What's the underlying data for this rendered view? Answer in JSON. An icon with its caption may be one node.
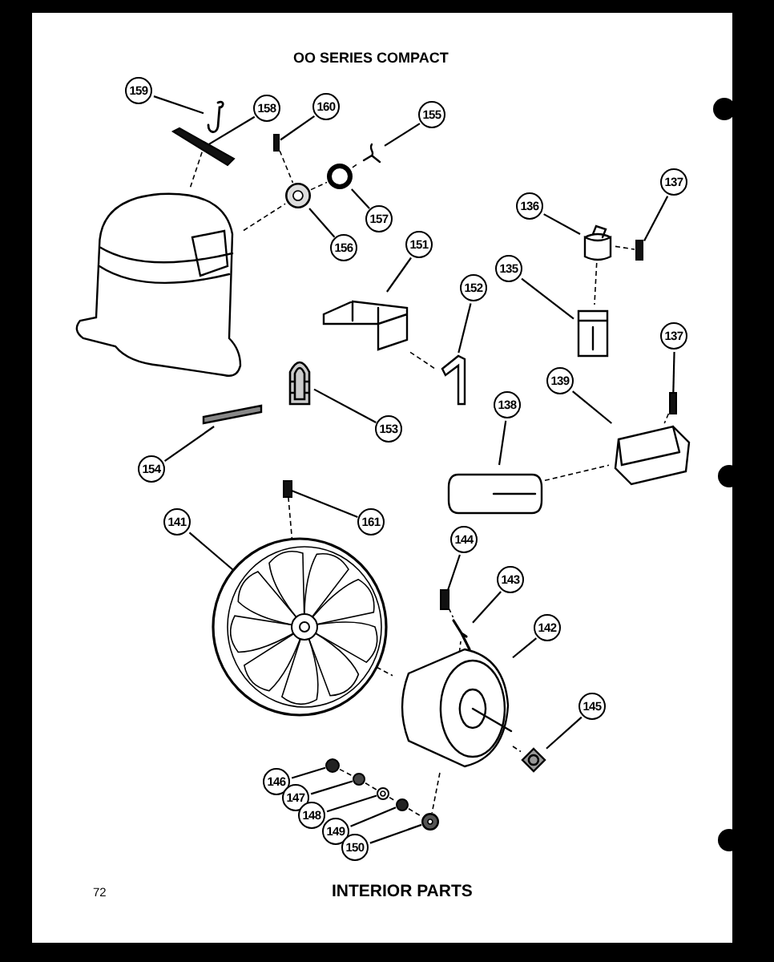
{
  "diagram": {
    "title": "OO SERIES COMPACT",
    "caption": "INTERIOR PARTS",
    "nodes": [
      {
        "text": [
          "159"
        ]
      },
      {
        "text": [
          "158"
        ]
      },
      {
        "text": [
          "160"
        ]
      },
      {
        "text": [
          "155"
        ]
      },
      {
        "text": [
          "157"
        ]
      },
      {
        "text": [
          "156"
        ]
      },
      {
        "text": [
          "136"
        ]
      },
      {
        "text": [
          "137"
        ]
      },
      {
        "text": [
          "151"
        ]
      },
      {
        "text": [
          "152"
        ]
      },
      {
        "text": [
          "135"
        ]
      },
      {
        "text": [
          "137"
        ]
      },
      {
        "text": [
          "139"
        ]
      },
      {
        "text": [
          "138"
        ]
      },
      {
        "text": [
          "153"
        ]
      },
      {
        "text": [
          "154"
        ]
      },
      {
        "text": [
          "161"
        ]
      },
      {
        "text": [
          "141"
        ]
      },
      {
        "text": [
          "144"
        ]
      },
      {
        "text": [
          "143"
        ]
      },
      {
        "text": [
          "142"
        ]
      },
      {
        "text": [
          "145"
        ]
      },
      {
        "text": [
          "146"
        ]
      },
      {
        "text": [
          "147"
        ]
      },
      {
        "text": [
          "148"
        ]
      },
      {
        "text": [
          "149"
        ]
      },
      {
        "text": [
          "150"
        ]
      },
      {
        "text": [],
        "shape": "picture"
      },
      {
        "text": [],
        "shape": "bar"
      },
      {
        "text": [],
        "shape": "bar"
      },
      {
        "text": [],
        "shape": "picture"
      },
      {
        "text": [],
        "shape": "circle"
      },
      {
        "text": [],
        "shape": "circle"
      },
      {
        "text": [],
        "shape": "picture"
      },
      {
        "text": [],
        "shape": "bar"
      },
      {
        "text": [],
        "shape": "picture"
      },
      {
        "text": [],
        "shape": "picture"
      },
      {
        "text": [],
        "shape": "picture"
      },
      {
        "text": [],
        "shape": "bar"
      },
      {
        "text": [],
        "shape": "picture"
      },
      {
        "text": [],
        "shape": "picture"
      },
      {
        "text": [],
        "shape": "picture"
      },
      {
        "text": [],
        "shape": "bar"
      },
      {
        "text": [],
        "shape": "bar"
      },
      {
        "text": [],
        "shape": "picture"
      },
      {
        "text": [],
        "shape": "bar"
      },
      {
        "text": [],
        "shape": "picture"
      },
      {
        "text": [],
        "shape": "picture"
      },
      {
        "text": [],
        "shape": "picture"
      },
      {
        "text": [],
        "shape": "circle"
      },
      {
        "text": [],
        "shape": "circle"
      },
      {
        "text": [],
        "shape": "circle"
      },
      {
        "text": [],
        "shape": "circle"
      },
      {
        "text": [],
        "shape": "circle"
      },
      {
        "text": [],
        "shape": "picture"
      }
    ],
    "edges": [
      {
        "from": 0,
        "to": 27,
        "arrow": "none"
      },
      {
        "from": 1,
        "to": 28,
        "arrow": "none"
      },
      {
        "from": 2,
        "to": 29,
        "arrow": "none"
      },
      {
        "from": 3,
        "to": 30,
        "arrow": "none"
      },
      {
        "from": 4,
        "to": 31,
        "arrow": "none"
      },
      {
        "from": 5,
        "to": 32,
        "arrow": "none"
      },
      {
        "from": 6,
        "to": 33,
        "arrow": "none"
      },
      {
        "from": 7,
        "to": 34,
        "arrow": "none"
      },
      {
        "from": 8,
        "to": 35,
        "arrow": "none"
      },
      {
        "from": 9,
        "to": 36,
        "arrow": "none"
      },
      {
        "from": 10,
        "to": 37,
        "arrow": "none"
      },
      {
        "from": 11,
        "to": 38,
        "arrow": "none"
      },
      {
        "from": 12,
        "to": 39,
        "arrow": "none"
      },
      {
        "from": 13,
        "to": 40,
        "arrow": "none"
      },
      {
        "from": 14,
        "to": 41,
        "arrow": "none"
      },
      {
        "from": 15,
        "to": 42,
        "arrow": "none"
      },
      {
        "from": 16,
        "to": 43,
        "arrow": "none"
      },
      {
        "from": 17,
        "to": 44,
        "arrow": "none"
      },
      {
        "from": 18,
        "to": 45,
        "arrow": "none"
      },
      {
        "from": 19,
        "to": 46,
        "arrow": "none"
      },
      {
        "from": 20,
        "to": 47,
        "arrow": "none"
      },
      {
        "from": 21,
        "to": 48,
        "arrow": "none"
      },
      {
        "from": 22,
        "to": 49,
        "arrow": "none"
      },
      {
        "from": 23,
        "to": 50,
        "arrow": "none"
      },
      {
        "from": 24,
        "to": 51,
        "arrow": "none"
      },
      {
        "from": 25,
        "to": 52,
        "arrow": "none"
      },
      {
        "from": 26,
        "to": 53,
        "arrow": "none"
      },
      {
        "from": 28,
        "to": 54,
        "arrow": "none",
        "style": "dashed"
      },
      {
        "from": 54,
        "to": 32,
        "arrow": "none",
        "style": "dashed"
      },
      {
        "from": 32,
        "to": 31,
        "arrow": "none",
        "style": "dashed"
      },
      {
        "from": 31,
        "to": 30,
        "arrow": "none",
        "style": "dashed"
      },
      {
        "from": 29,
        "to": 32,
        "arrow": "none",
        "style": "dashed"
      },
      {
        "from": 33,
        "to": 37,
        "arrow": "none",
        "style": "dashed"
      },
      {
        "from": 33,
        "to": 34,
        "arrow": "none",
        "style": "dashed"
      },
      {
        "from": 35,
        "to": 36,
        "arrow": "none",
        "style": "dashed"
      },
      {
        "from": 40,
        "to": 39,
        "arrow": "none",
        "style": "dashed"
      },
      {
        "from": 38,
        "to": 39,
        "arrow": "none",
        "style": "dashed"
      },
      {
        "from": 43,
        "to": 44,
        "arrow": "none",
        "style": "dashed"
      },
      {
        "from": 44,
        "to": 47,
        "arrow": "none",
        "style": "dashed"
      },
      {
        "from": 45,
        "to": 46,
        "arrow": "none",
        "style": "dashed"
      },
      {
        "from": 46,
        "to": 47,
        "arrow": "none",
        "style": "dashed"
      },
      {
        "from": 47,
        "to": 48,
        "arrow": "none",
        "style": "dashed"
      },
      {
        "from": 49,
        "to": 50,
        "arrow": "none",
        "style": "dashed"
      },
      {
        "from": 50,
        "to": 51,
        "arrow": "none",
        "style": "dashed"
      },
      {
        "from": 51,
        "to": 52,
        "arrow": "none",
        "style": "dashed"
      },
      {
        "from": 52,
        "to": 53,
        "arrow": "none",
        "style": "dashed"
      },
      {
        "from": 47,
        "to": 53,
        "arrow": "none",
        "style": "dashed"
      }
    ],
    "labels": [
      "72"
    ]
  }
}
